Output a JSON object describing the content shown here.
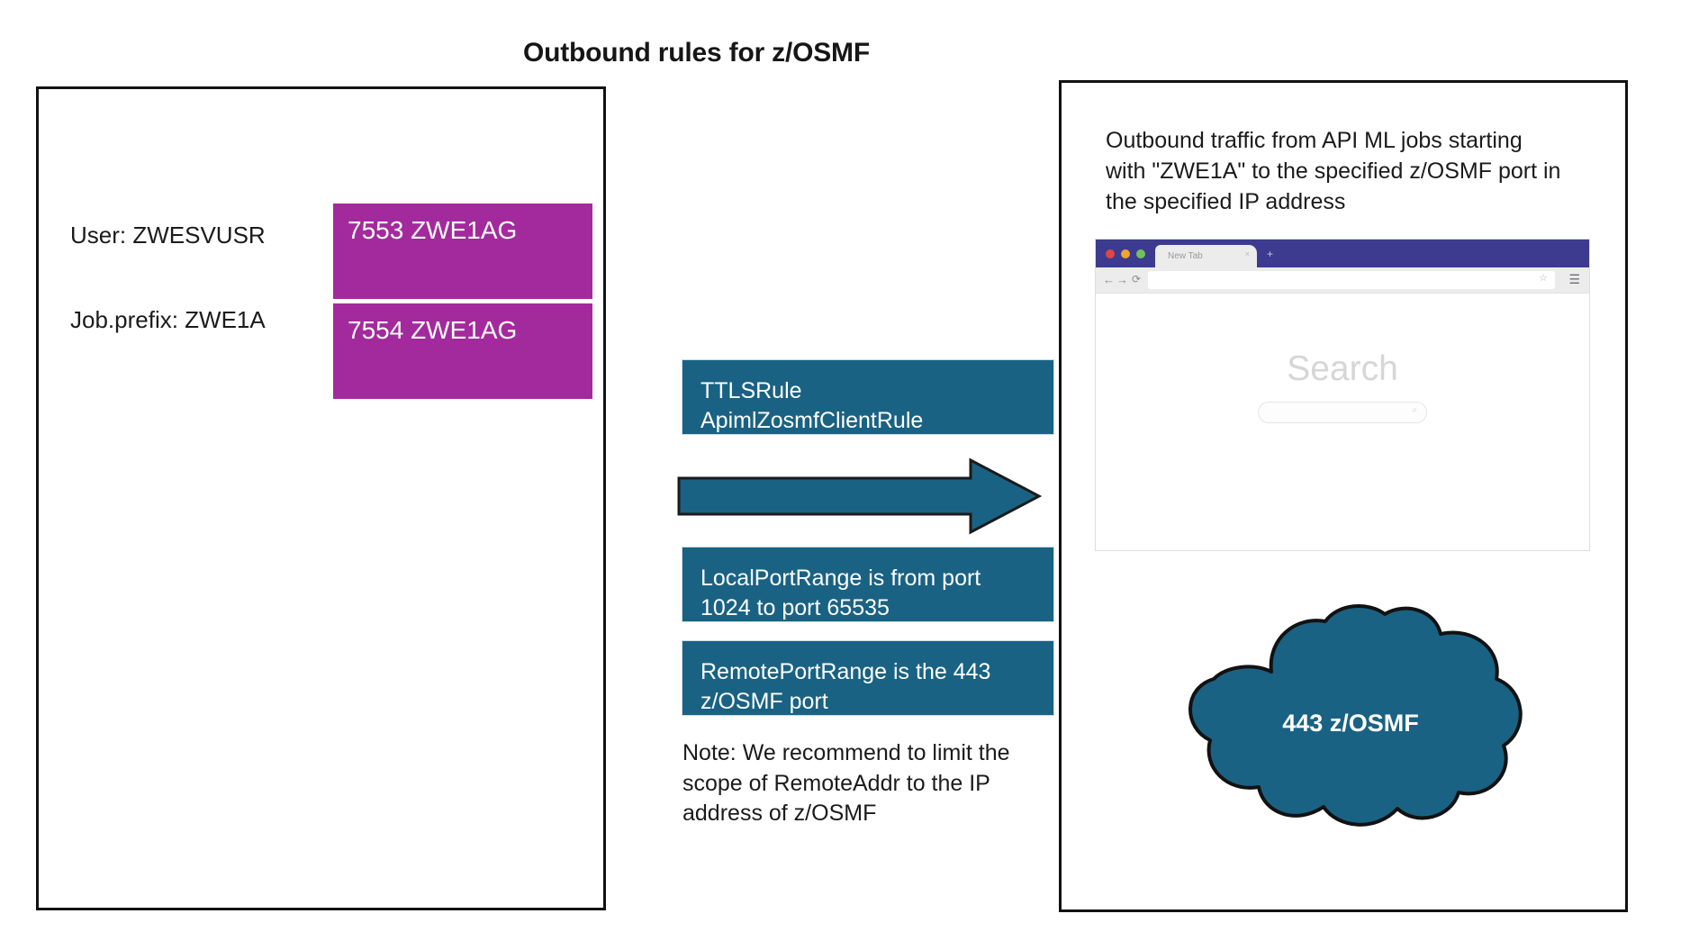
{
  "title": "Outbound rules for z/OSMF",
  "left_panel": {
    "labels": [
      {
        "text": "User: ZWESVUSR"
      },
      {
        "text": "Job.prefix: ZWE1A"
      }
    ],
    "port_boxes": [
      {
        "text": "7553 ZWE1AG"
      },
      {
        "text": "7554 ZWE1AG"
      }
    ],
    "box_color": "#a32a9c"
  },
  "middle_column": {
    "ttls_rule_line1": "TTLSRule",
    "ttls_rule_line2": "ApimlZosmfClientRule",
    "local_port_range_line1": "LocalPortRange is from port",
    "local_port_range_line2": "1024 to port 65535",
    "remote_port_range_line1": "RemotePortRange is the 443",
    "remote_port_range_line2": "z/OSMF port",
    "note_line1": "Note: We recommend to limit the",
    "note_line2": "scope of RemoteAddr to the IP",
    "note_line3": "address of z/OSMF",
    "arrow_direction": "right",
    "box_color": "#1a6283"
  },
  "right_panel": {
    "description_line1": "Outbound traffic from API ML jobs starting",
    "description_line2": "with \"ZWE1A\" to the specified z/OSMF port in",
    "description_line3": "the specified IP address",
    "browser": {
      "tab_label": "New Tab",
      "tab_close": "×",
      "new_tab": "+",
      "back_icon": "←",
      "forward_icon": "→",
      "reload_icon": "⟳",
      "address_value": "",
      "star_icon": "☆",
      "menu_icon": "☰",
      "search_heading": "Search",
      "search_field_icon": "⌕",
      "titlebar_color": "#3c3b8f"
    },
    "cloud": {
      "label": "443 z/OSMF",
      "fill_color": "#1a6283",
      "stroke_color": "#121212"
    }
  }
}
